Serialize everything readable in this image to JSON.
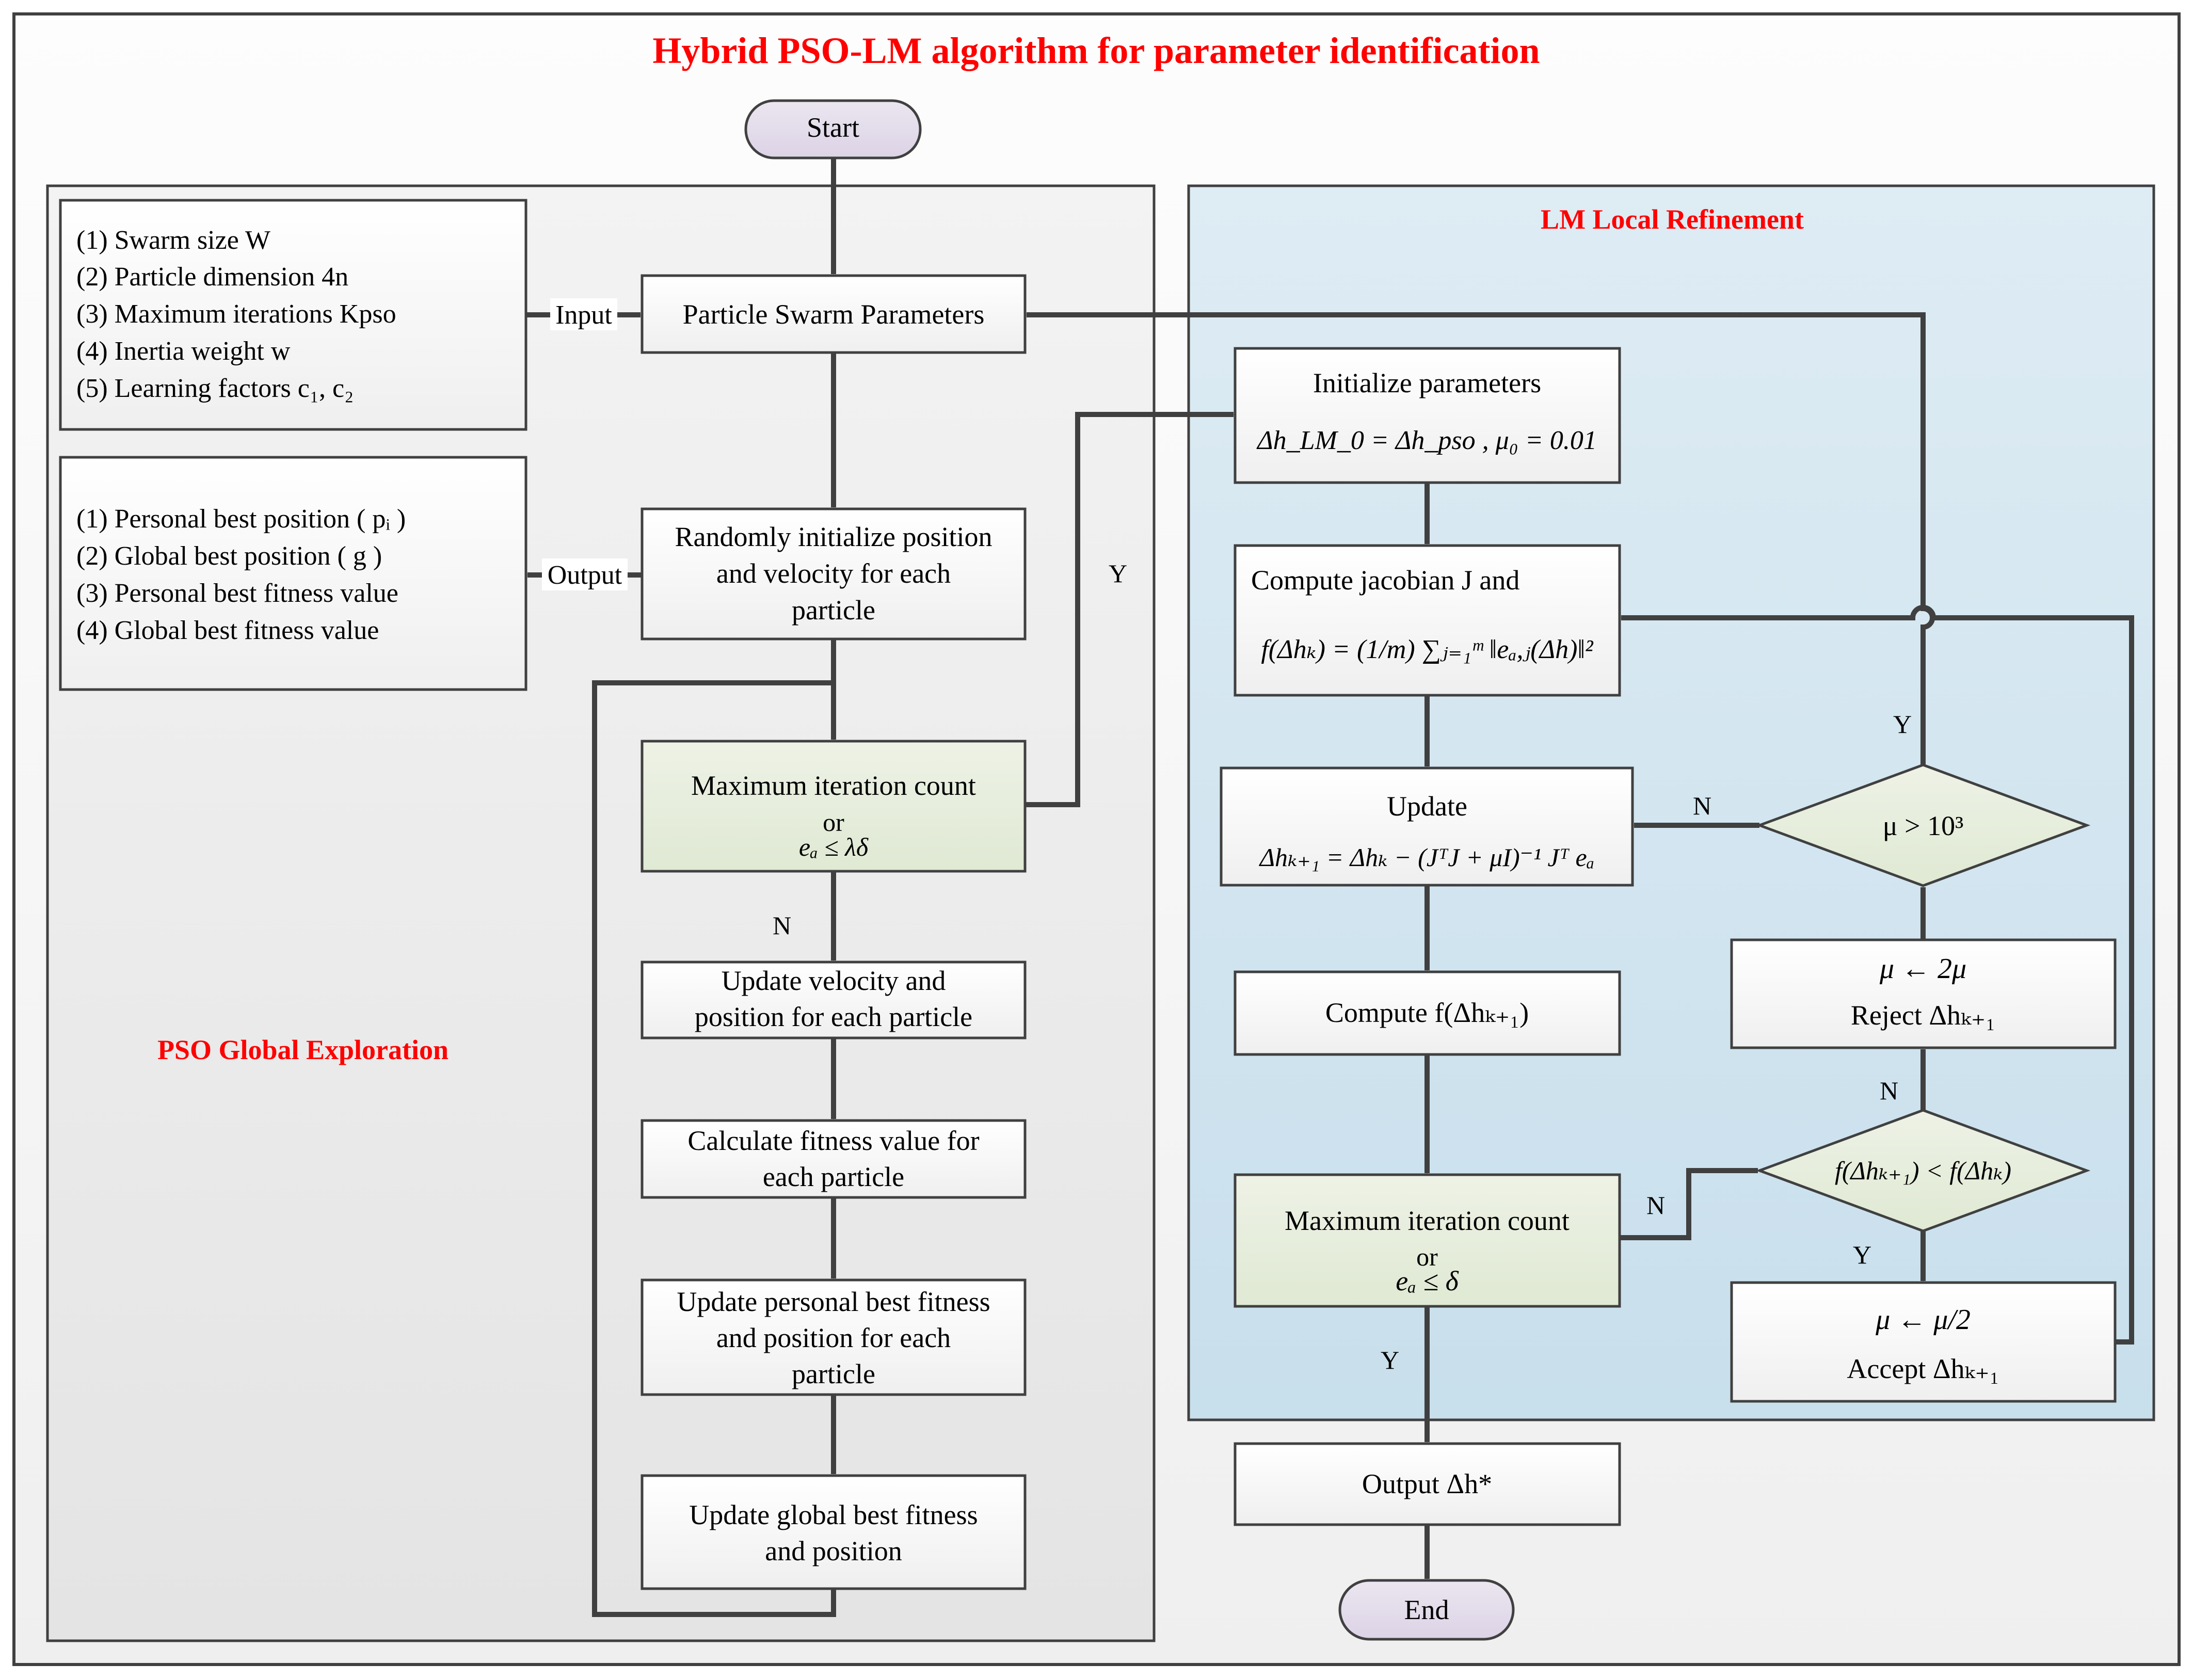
{
  "title": "Hybrid PSO-LM algorithm for parameter identification",
  "colors": {
    "title": "#ff0000",
    "pso_panel": "#ececec",
    "lm_panel": "#d3e5f0",
    "decision_fill": "#e6edd9",
    "terminal_fill": "#e2dbea",
    "line": "#404040"
  },
  "terminals": {
    "start": "Start",
    "end": "End"
  },
  "pso": {
    "panel_label": "PSO Global Exploration",
    "input_label": "Input",
    "output_label": "Output",
    "inputs": [
      "(1) Swarm size W",
      "(2) Particle dimension 4n",
      "(3) Maximum iterations   Kpso",
      "(4) Inertia weight w",
      "(5) Learning factors  c₁, c₂"
    ],
    "outputs": [
      "(1) Personal best position ( pᵢ )",
      "(2) Global best position (  g  )",
      "(3) Personal best fitness value",
      "(4) Global best fitness value"
    ],
    "steps": {
      "params": [
        "Particle Swarm Parameters"
      ],
      "init": [
        "Randomly initialize position",
        "and velocity for each",
        "particle"
      ],
      "check": [
        "Maximum iteration count",
        "or",
        "eₐ ≤ λδ"
      ],
      "update_vel": [
        "Update velocity and",
        "position for each particle"
      ],
      "calc_fit": [
        "Calculate fitness value for",
        "each particle"
      ],
      "update_pbest": [
        "Update personal best fitness",
        "and position for each",
        "particle"
      ],
      "update_gbest": [
        "Update global best fitness",
        "and position"
      ]
    },
    "branch_yes": "Y",
    "branch_no": "N"
  },
  "lm": {
    "panel_label": "LM Local Refinement",
    "steps": {
      "init": [
        "Initialize parameters",
        "Δh_LM_0 = Δh_pso , μ₀ = 0.01"
      ],
      "jacobian": [
        "Compute jacobian J and",
        "f(Δhₖ) = (1/m) ∑ⱼ₌₁ᵐ ‖eₐ,ⱼ(Δh)‖²"
      ],
      "update": [
        "Update",
        "Δhₖ₊₁ = Δhₖ − (JᵀJ + μI)⁻¹ Jᵀ eₐ"
      ],
      "compute_f": [
        "Compute f(Δhₖ₊₁)"
      ],
      "check": [
        "Maximum iteration count",
        "or",
        "eₐ ≤ δ"
      ],
      "decision_mu": "μ > 10³",
      "decision_f": "f(Δhₖ₊₁) < f(Δhₖ)",
      "reject": [
        "μ ← 2μ",
        "Reject  Δhₖ₊₁"
      ],
      "accept": [
        "μ ← μ/2",
        "Accept  Δhₖ₊₁"
      ],
      "output": "Output Δh*"
    },
    "labels": {
      "mu_no": "N",
      "mu_yes": "Y",
      "f_no": "N",
      "f_yes": "Y",
      "check_no": "N",
      "check_yes": "Y"
    }
  }
}
